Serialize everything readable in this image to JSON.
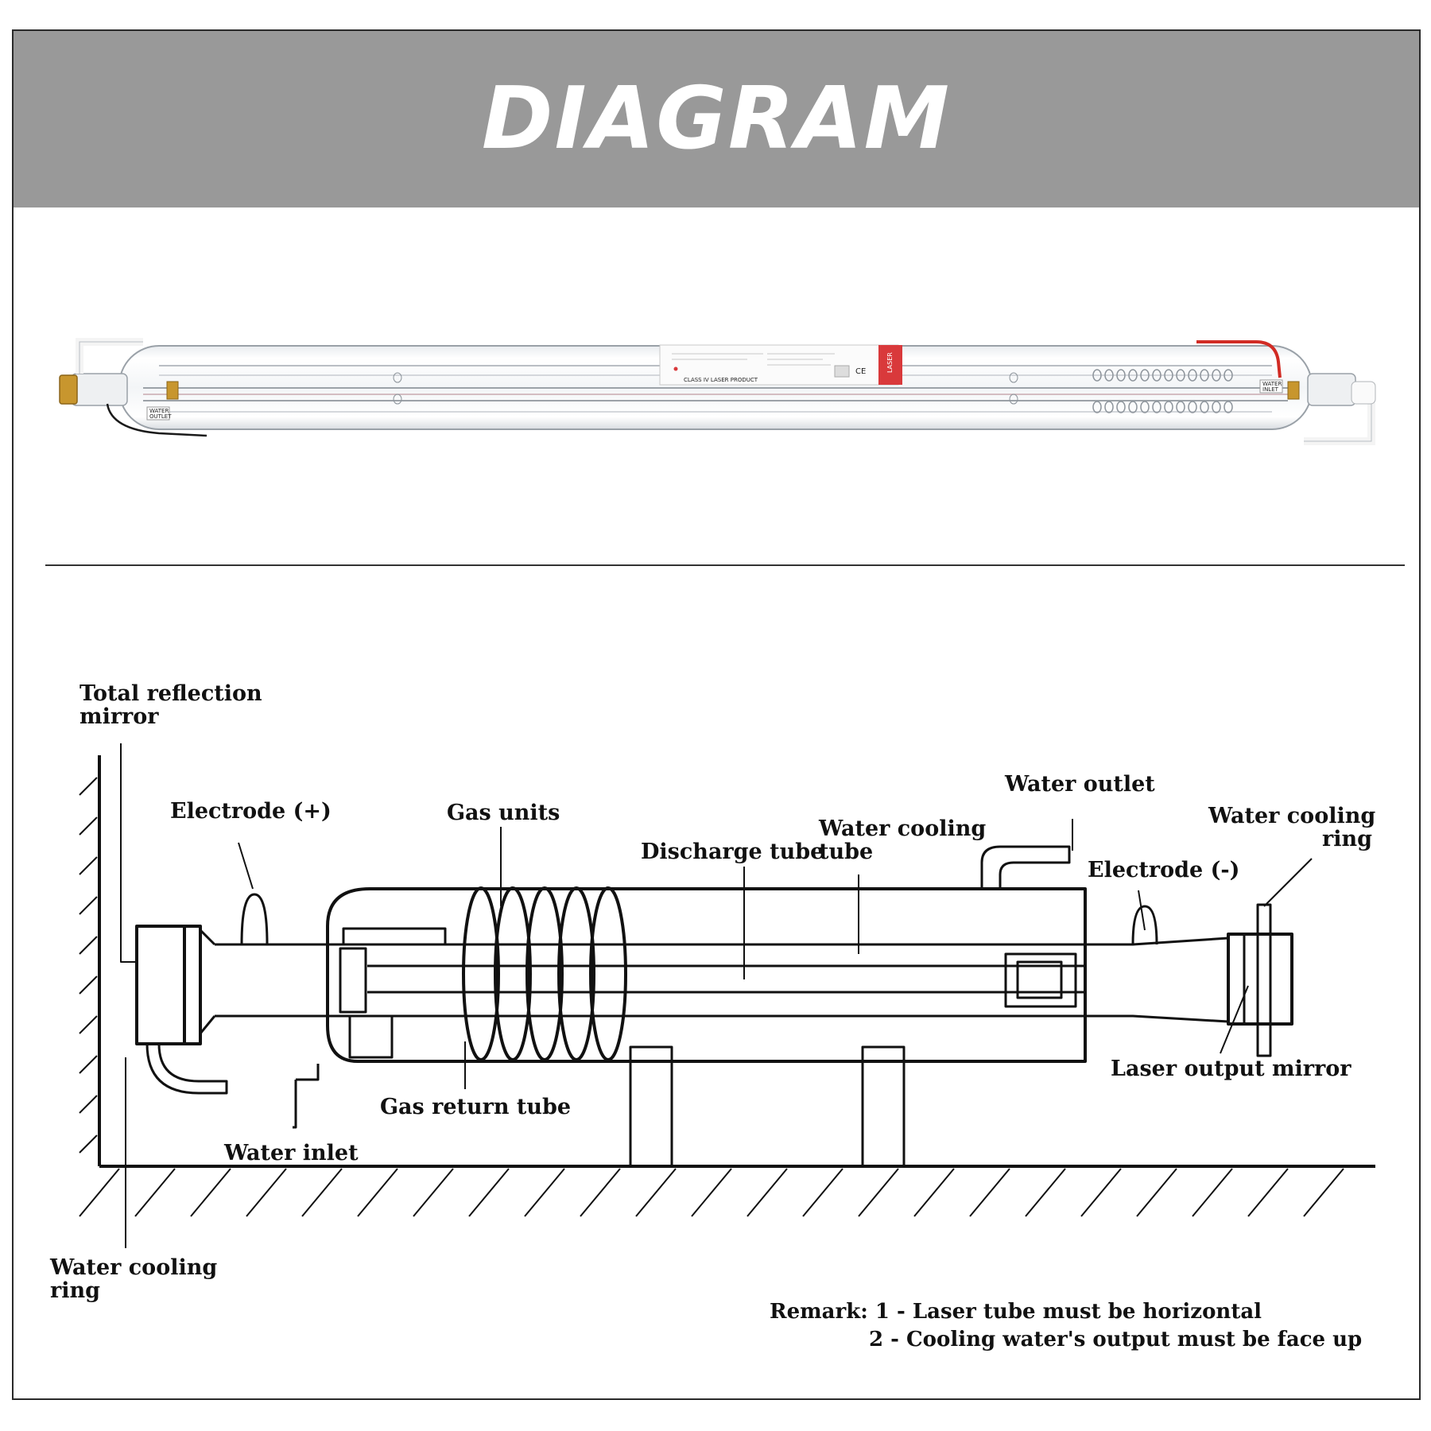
{
  "banner": {
    "title": "DIAGRAM"
  },
  "photo": {
    "left_tag_line1": "WATER",
    "left_tag_line2": "OUTLET",
    "right_tag_line1": "WATER",
    "right_tag_line2": "INLET",
    "label_caption": "CLASS IV LASER PRODUCT",
    "label_brand": "LASER",
    "label_mark": "CE"
  },
  "labels": {
    "total_reflection_mirror": [
      "Total reflection",
      "mirror"
    ],
    "electrode_positive": "Electrode (+)",
    "gas_units": "Gas units",
    "discharge_tube": "Discharge tube",
    "water_cooling_tube": [
      "Water cooling",
      "tube"
    ],
    "water_outlet": "Water outlet",
    "electrode_negative": "Electrode (-)",
    "water_cooling_ring_right": [
      "Water cooling",
      "ring"
    ],
    "laser_output_mirror": "Laser output mirror",
    "gas_return_tube": "Gas return tube",
    "water_inlet": "Water inlet",
    "water_cooling_ring_left": [
      "Water cooling",
      "ring"
    ]
  },
  "remark": {
    "line1": "Remark: 1 - Laser tube must be horizontal",
    "line2": "2 - Cooling water's output must be face up"
  },
  "colors": {
    "banner": "#999999",
    "banner_text": "#ffffff",
    "label_red": "#d9393b",
    "brass": "#c8962e"
  }
}
